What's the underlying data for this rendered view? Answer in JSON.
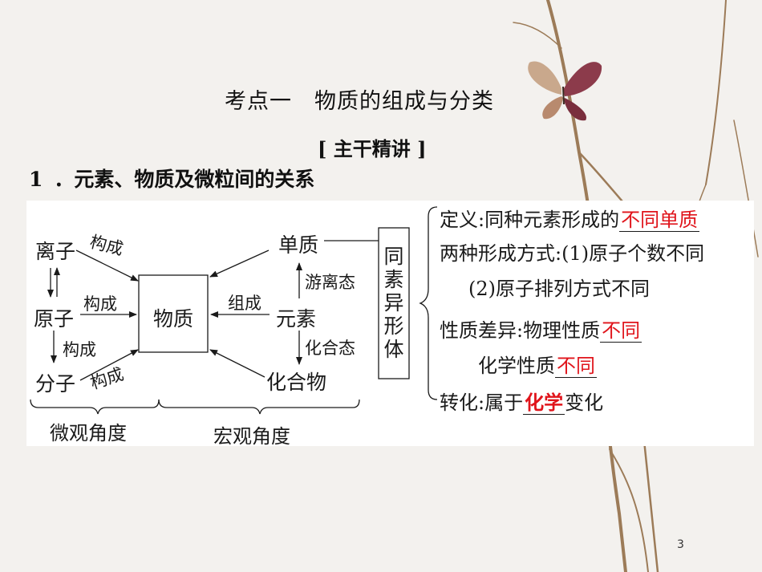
{
  "slide": {
    "title": "考点一　物质的组成与分类",
    "subtitle": "[ 主干精讲 ]",
    "heading_num": "1",
    "heading_text": "．元素、物质及微粒间的关系",
    "page_number": "3"
  },
  "diagram": {
    "micro": {
      "ion": "离子",
      "atom": "原子",
      "molecule": "分子"
    },
    "center": "物质",
    "macro": {
      "simple": "单质",
      "element": "元素",
      "compound": "化合物"
    },
    "arrows": {
      "ion_to_substance": "构成",
      "atom_to_substance": "构成",
      "molecule_to_substance": "构成",
      "atom_to_molecule": "构成",
      "element_to_substance": "组成",
      "free_state": "游离态",
      "combined_state": "化合态"
    },
    "brace_labels": {
      "micro": "微观角度",
      "macro": "宏观角度"
    },
    "allotrope": "同素异形体",
    "allotrope_info": {
      "def_prefix": "定义:同种元素形成的",
      "def_answer": "不同单质",
      "ways": "两种形成方式:(1)原子个数不同",
      "ways2": "(2)原子排列方式不同",
      "prop_prefix": "性质差异:物理性质",
      "prop_answer": "不同",
      "chem_prefix": "化学性质",
      "chem_answer": "不同",
      "conv_prefix": "转化:属于",
      "conv_answer": "化学",
      "conv_suffix": "变化"
    }
  },
  "colors": {
    "answer": "#e0141b",
    "background": "#f3f1ee",
    "branch": "#8a6a4a",
    "butterfly": "#8c3b4b"
  },
  "icons": {
    "decoration": "branch-butterfly"
  }
}
